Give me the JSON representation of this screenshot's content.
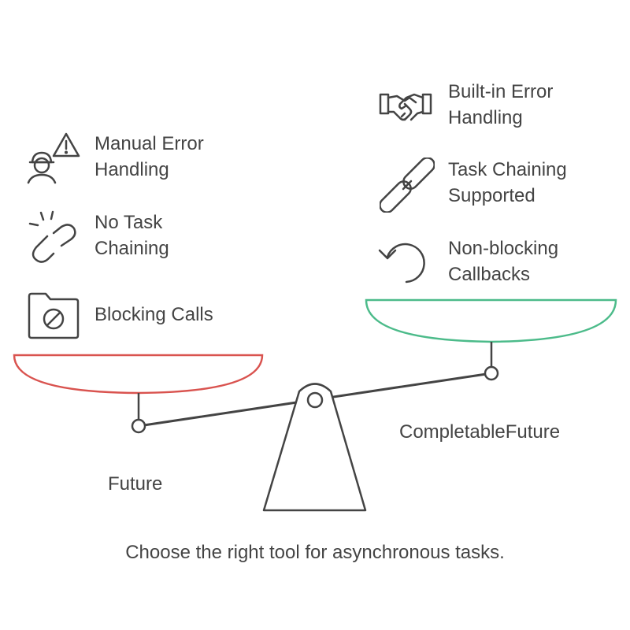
{
  "left_side": {
    "name": "Future",
    "color": "#d9534f",
    "items": [
      {
        "icon": "worker-warning-icon",
        "line1": "Manual Error",
        "line2": "Handling"
      },
      {
        "icon": "broken-link-icon",
        "line1": "No Task",
        "line2": "Chaining"
      },
      {
        "icon": "blocked-folder-icon",
        "line1": "Blocking Calls",
        "line2": ""
      }
    ]
  },
  "right_side": {
    "name": "CompletableFuture",
    "color": "#4cbb8a",
    "items": [
      {
        "icon": "handshake-icon",
        "line1": "Built-in Error",
        "line2": "Handling"
      },
      {
        "icon": "chain-link-icon",
        "line1": "Task Chaining",
        "line2": "Supported"
      },
      {
        "icon": "refresh-arrow-icon",
        "line1": "Non-blocking",
        "line2": "Callbacks"
      }
    ]
  },
  "caption": "Choose the right tool for asynchronous tasks."
}
